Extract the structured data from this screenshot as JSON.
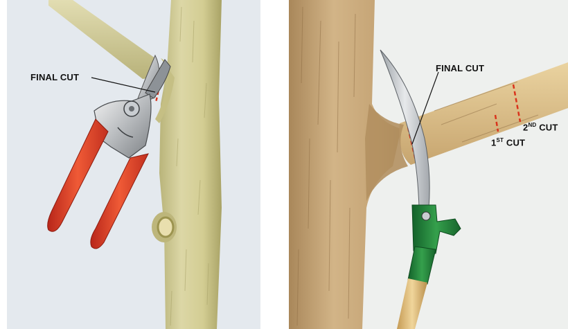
{
  "left": {
    "final_cut_label": "FINAL CUT",
    "tool": "bypass-pruner",
    "colors": {
      "background": "#e4e9ee",
      "bark": "#cfc98f",
      "handle": "#e0462a",
      "cut_mark": "#d9331c"
    }
  },
  "right": {
    "final_cut_label": "FINAL CUT",
    "first_cut": {
      "number": "1",
      "suffix": "ST",
      "word": "CUT"
    },
    "second_cut": {
      "number": "2",
      "suffix": "ND",
      "word": "CUT"
    },
    "tool": "pruning-saw",
    "colors": {
      "background": "#eef0ee",
      "trunk": "#c7a67a",
      "branch": "#dcc28c",
      "handle": "#27843b",
      "cut_mark": "#d9331c"
    }
  }
}
